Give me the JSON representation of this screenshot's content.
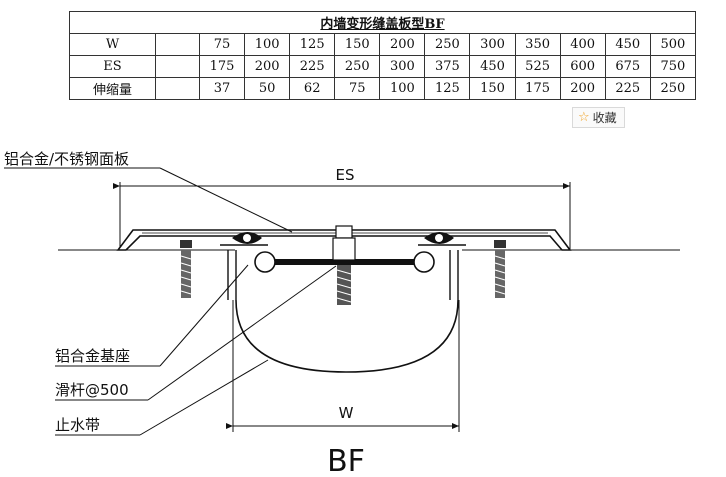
{
  "table": {
    "title": "内墙变形缝盖板型BF",
    "rows": [
      {
        "label": "W",
        "values": [
          "75",
          "100",
          "125",
          "150",
          "200",
          "250",
          "300",
          "350",
          "400",
          "450",
          "500"
        ]
      },
      {
        "label": "ES",
        "values": [
          "175",
          "200",
          "225",
          "250",
          "300",
          "375",
          "450",
          "525",
          "600",
          "675",
          "750"
        ]
      },
      {
        "label": "伸缩量",
        "values": [
          "37",
          "50",
          "62",
          "75",
          "100",
          "125",
          "150",
          "175",
          "200",
          "225",
          "250"
        ]
      }
    ]
  },
  "bookmark": {
    "label": "收藏",
    "icon": "star-icon"
  },
  "diagram": {
    "label_panel": "铝合金/不锈钢面板",
    "label_base": "铝合金基座",
    "label_rod": "滑杆@500",
    "label_waterstop": "止水带",
    "dim_es": "ES",
    "dim_w": "W",
    "model": "BF"
  }
}
